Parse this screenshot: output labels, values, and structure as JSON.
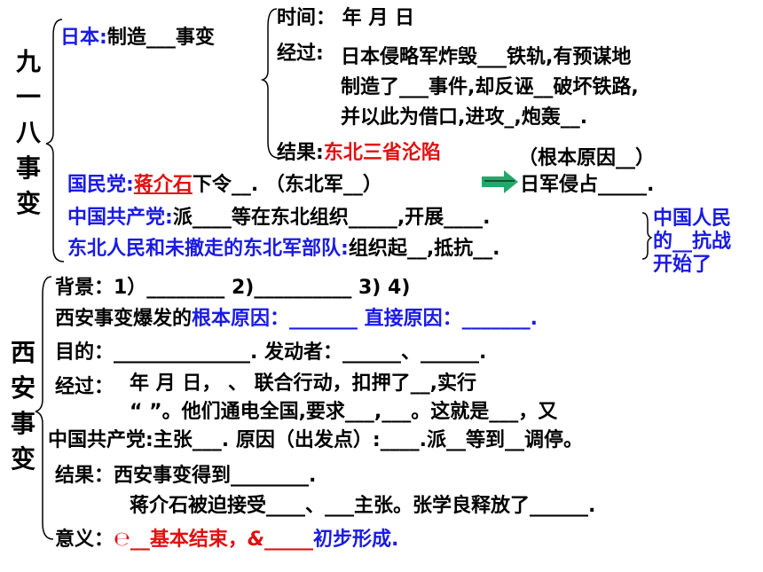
{
  "section1": {
    "title": "九一八事变",
    "japan_label": "日本:",
    "japan_text": "制造___事变",
    "time": "时间：  年  月  日",
    "process_label": "经过:",
    "process_l1": "日本侵略军炸毁___铁轨,有预谋地",
    "process_l2": "制造了___事件,却反诬__破坏铁路,",
    "process_l3": "并以此为借口,进攻_,炮轰__.",
    "result_label": "结果:",
    "result_value": "东北三省沦陷",
    "root_cause": "（根本原因__）",
    "kmt_label": "国民党:",
    "kmt_person": "蒋介石",
    "kmt_text": "下令__. （东北军__）",
    "kmt_after": "日军侵占_____.",
    "ccp_label": "中国共产党:",
    "ccp_text": "派____等在东北组织_____,开展____.",
    "ne_label": "东北人民和未撤走的东北军部队:",
    "ne_text": "组织起__,抵抗__.",
    "side_l1": "中国人民",
    "side_l2": "的__抗战",
    "side_l3": "开始了"
  },
  "section2": {
    "title": "西安事变",
    "background": "背景：1）________  2)__________  3)        4)",
    "cause_text": "西安事变爆发的",
    "cause_blue": "根本原因：_______  直接原因：_______.",
    "purpose": "目的：______________.   发动者：______、______.",
    "process_label": "经过：",
    "process_l1": "  年  月  日， 、  联合行动，扣押了__,实行",
    "process_l2": "“  ”。他们通电全国,要求___,___。这就是___，又",
    "ccp_line": "中国共产党:主张___.  原因（出发点）:____.派__等到__调停。",
    "result_l1": "结果：西安事变得到________.",
    "result_l2": "蒋介石被迫接受____、___主张。张学良释放了______.",
    "meaning_label": "意义：",
    "meaning_a": "__基本结束，",
    "meaning_b": "_____",
    "meaning_c": "初步形成."
  }
}
